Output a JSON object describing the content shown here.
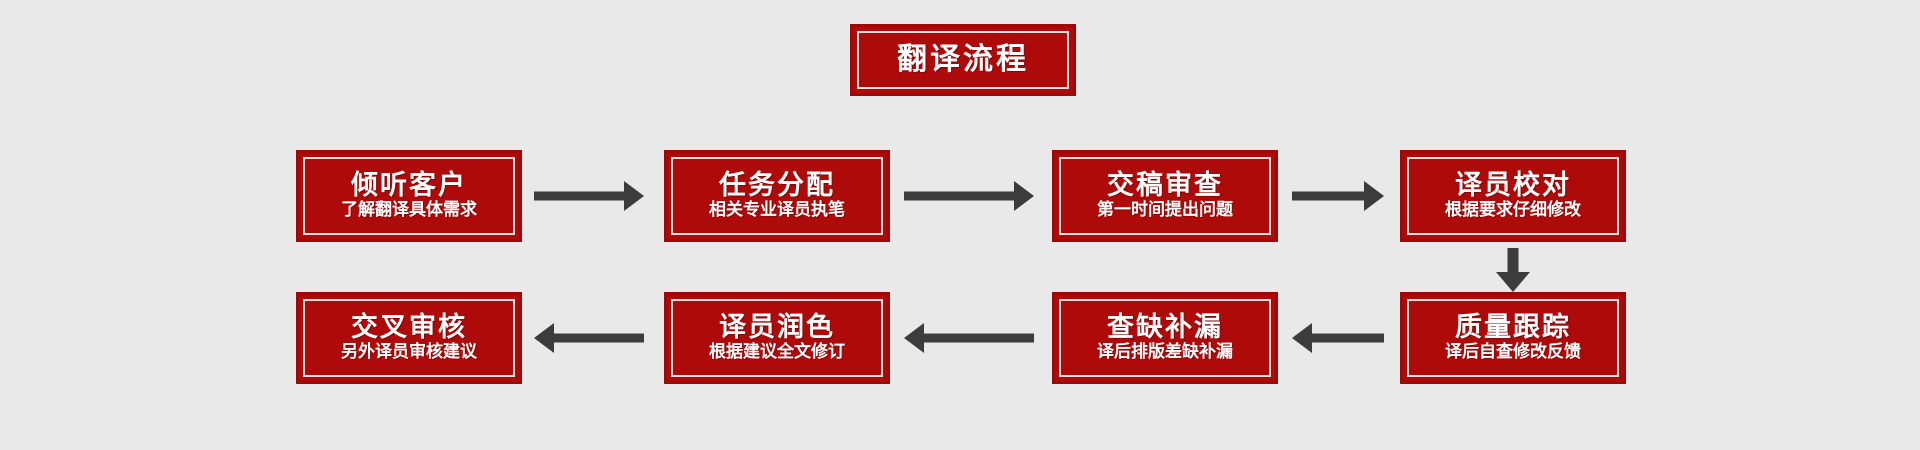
{
  "diagram": {
    "title": "翻译流程",
    "background_color": "#e9e9e9",
    "box_color": "#af0a0a",
    "box_border_color": "#f2dede",
    "arrow_color": "#3c3c3c",
    "text_color": "#ffffff"
  },
  "steps": [
    {
      "id": "step-1",
      "order": 1,
      "title": "倾听客户",
      "subtitle": "了解翻译具体需求"
    },
    {
      "id": "step-2",
      "order": 2,
      "title": "任务分配",
      "subtitle": "相关专业译员执笔"
    },
    {
      "id": "step-3",
      "order": 3,
      "title": "交稿审查",
      "subtitle": "第一时间提出问题"
    },
    {
      "id": "step-4",
      "order": 4,
      "title": "译员校对",
      "subtitle": "根据要求仔细修改"
    },
    {
      "id": "step-5",
      "order": 5,
      "title": "质量跟踪",
      "subtitle": "译后自查修改反馈"
    },
    {
      "id": "step-6",
      "order": 6,
      "title": "查缺补漏",
      "subtitle": "译后排版差缺补漏"
    },
    {
      "id": "step-7",
      "order": 7,
      "title": "译员润色",
      "subtitle": "根据建议全文修订"
    },
    {
      "id": "step-8",
      "order": 8,
      "title": "交叉审核",
      "subtitle": "另外译员审核建议"
    }
  ],
  "connectors": [
    {
      "id": "arrow-1-2",
      "from": "step-1",
      "to": "step-2",
      "direction": "right"
    },
    {
      "id": "arrow-2-3",
      "from": "step-2",
      "to": "step-3",
      "direction": "right"
    },
    {
      "id": "arrow-3-4",
      "from": "step-3",
      "to": "step-4",
      "direction": "right"
    },
    {
      "id": "arrow-4-5",
      "from": "step-4",
      "to": "step-5",
      "direction": "down"
    },
    {
      "id": "arrow-5-6",
      "from": "step-5",
      "to": "step-6",
      "direction": "left"
    },
    {
      "id": "arrow-6-7",
      "from": "step-6",
      "to": "step-7",
      "direction": "left"
    },
    {
      "id": "arrow-7-8",
      "from": "step-7",
      "to": "step-8",
      "direction": "left"
    }
  ]
}
